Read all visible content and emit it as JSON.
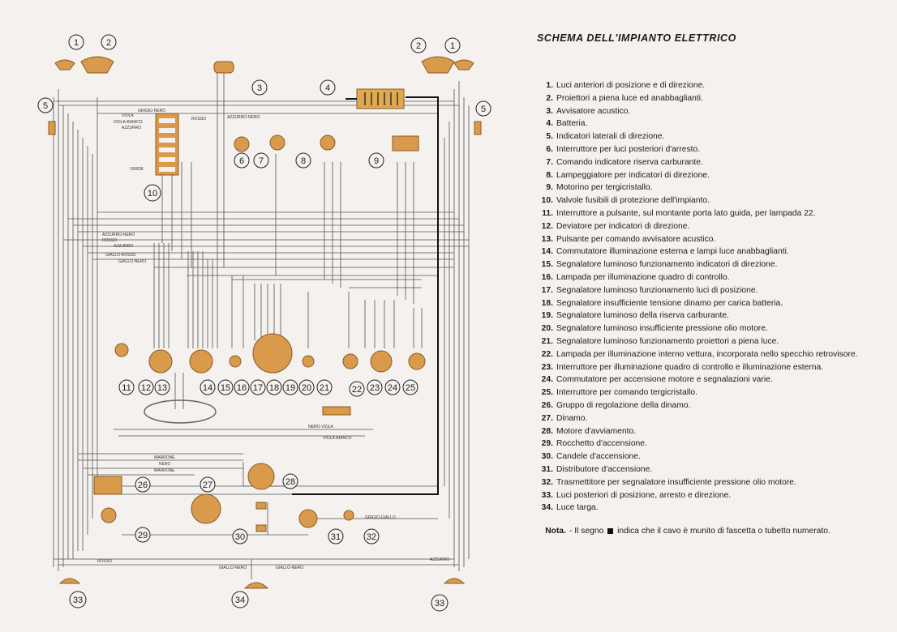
{
  "title": "SCHEMA DELL'IMPIANTO ELETTRICO",
  "components": [
    {
      "n": "1.",
      "t": "Luci anteriori di posizione e di direzione."
    },
    {
      "n": "2.",
      "t": "Proiettori a piena luce ed anabbaglianti."
    },
    {
      "n": "3.",
      "t": "Avvisatore acustico."
    },
    {
      "n": "4.",
      "t": "Batteria."
    },
    {
      "n": "5.",
      "t": "Indicatori laterali di direzione."
    },
    {
      "n": "6.",
      "t": "Interruttore per luci posteriori d'arresto."
    },
    {
      "n": "7.",
      "t": "Comando indicatore riserva carburante."
    },
    {
      "n": "8.",
      "t": "Lampeggiatore per indicatori di direzione."
    },
    {
      "n": "9.",
      "t": "Motorino per tergicristallo."
    },
    {
      "n": "10.",
      "t": "Valvole fusibili di protezione dell'impianto."
    },
    {
      "n": "11.",
      "t": "Interruttore a pulsante, sul montante porta lato guida, per lampada 22."
    },
    {
      "n": "12.",
      "t": "Deviatore per indicatori di direzione."
    },
    {
      "n": "13.",
      "t": "Pulsante per comando avvisatore acustico."
    },
    {
      "n": "14.",
      "t": "Commutatore illuminazione esterna e lampi luce anabbaglianti."
    },
    {
      "n": "15.",
      "t": "Segnalatore luminoso funzionamento indicatori di direzione."
    },
    {
      "n": "16.",
      "t": "Lampada per illuminazione quadro di controllo."
    },
    {
      "n": "17.",
      "t": "Segnalatore luminoso funzionamento luci di posizione."
    },
    {
      "n": "18.",
      "t": "Segnalatore insufficiente tensione dinamo per carica batteria."
    },
    {
      "n": "19.",
      "t": "Segnalatore luminoso della riserva carburante."
    },
    {
      "n": "20.",
      "t": "Segnalatore luminoso insufficiente pressione olio motore."
    },
    {
      "n": "21.",
      "t": "Segnalatore luminoso funzionamento proiettori a piena luce."
    },
    {
      "n": "22.",
      "t": "Lampada per illuminazione interno vettura, incorporata nello specchio retrovisore."
    },
    {
      "n": "23.",
      "t": "Interruttore per illuminazione quadro di controllo e illuminazione esterna."
    },
    {
      "n": "24.",
      "t": "Commutatore per accensione motore e segnalazioni varie."
    },
    {
      "n": "25.",
      "t": "Interruttore per comando tergicristallo."
    },
    {
      "n": "26.",
      "t": "Gruppo di regolazione della dinamo."
    },
    {
      "n": "27.",
      "t": "Dinamo."
    },
    {
      "n": "28.",
      "t": "Motore d'avviamento."
    },
    {
      "n": "29.",
      "t": "Rocchetto d'accensione."
    },
    {
      "n": "30.",
      "t": "Candele d'accensione."
    },
    {
      "n": "31.",
      "t": "Distributore d'accensione."
    },
    {
      "n": "32.",
      "t": "Trasmettitore per segnalatore insufficiente pressione olio motore."
    },
    {
      "n": "33.",
      "t": "Luci posteriori di posizione, arresto e direzione."
    },
    {
      "n": "34.",
      "t": "Luce targa."
    }
  ],
  "nota": {
    "label": "Nota.",
    "text_before": "- Il segno",
    "text_after": "indica che il cavo è munito di fascetta o tubetto numerato."
  },
  "wire_labels": {
    "grigio_nero": "GRIGIO-NERO",
    "viola": "VIOLA",
    "viola_bianco": "VIOLA-BIANCO",
    "azzurro": "AZZURRO",
    "verde": "VERDE",
    "rosso": "ROSSO",
    "azzurro_nero": "AZZURRO-NERO",
    "giallo_nero": "GIALLO-NERO",
    "nero_viola": "NERO-VIOLA",
    "marrone": "MARRONE",
    "nero": "NERO",
    "grigio_giallo": "GRIGIO-GIALLO",
    "giallo_rosso": "GIALLO-ROSSO"
  },
  "diagram_labels": [
    "1",
    "2",
    "3",
    "4",
    "5",
    "6",
    "7",
    "8",
    "9",
    "10",
    "11",
    "12",
    "13",
    "14",
    "15",
    "16",
    "17",
    "18",
    "19",
    "20",
    "21",
    "22",
    "23",
    "24",
    "25",
    "26",
    "27",
    "28",
    "29",
    "30",
    "31",
    "32",
    "33",
    "34",
    "2",
    "1",
    "5",
    "33"
  ],
  "colors": {
    "wire": "#555555",
    "component": "#d99a4c",
    "component_dark": "#8a5a22",
    "battery": "#e0a94f",
    "paper": "#f4f1ee"
  }
}
